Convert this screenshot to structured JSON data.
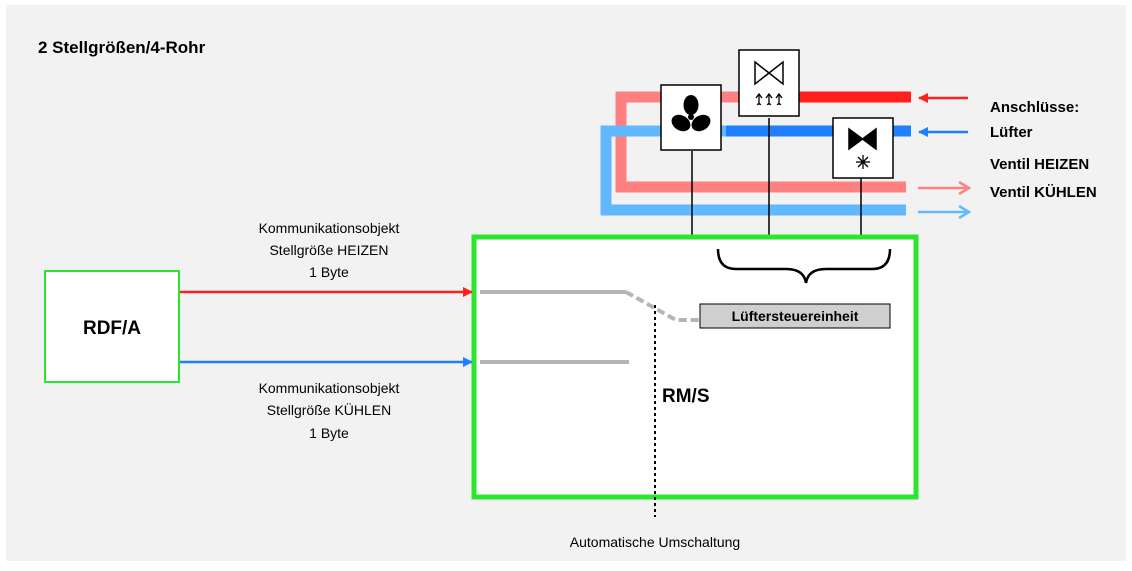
{
  "title": "2 Stellgrößen/4-Rohr",
  "controller_label": "RDF/A",
  "actuator_label": "RM/S",
  "fan_unit_label": "Lüftersteuereinheit",
  "heat_object_lines": [
    "Kommunikationsobjekt",
    "Stellgröße HEIZEN",
    "1 Byte"
  ],
  "cool_object_lines": [
    "Kommunikationsobjekt",
    "Stellgröße KÜHLEN",
    "1 Byte"
  ],
  "auto_switch_label": "Automatische Umschaltung",
  "connections": [
    "Anschlüsse:",
    "Lüfter",
    "Ventil HEIZEN",
    "Ventil KÜHLEN"
  ],
  "icons": [
    "fan-icon",
    "heating-valve-icon",
    "cooling-valve-icon"
  ],
  "colors": {
    "heat": "#ff1f1f",
    "heat_return": "#ff8080",
    "cool": "#1f7fff",
    "cool_return": "#62b8ff",
    "frame": "#2ee52e",
    "gray_line": "#b5b5b5"
  }
}
